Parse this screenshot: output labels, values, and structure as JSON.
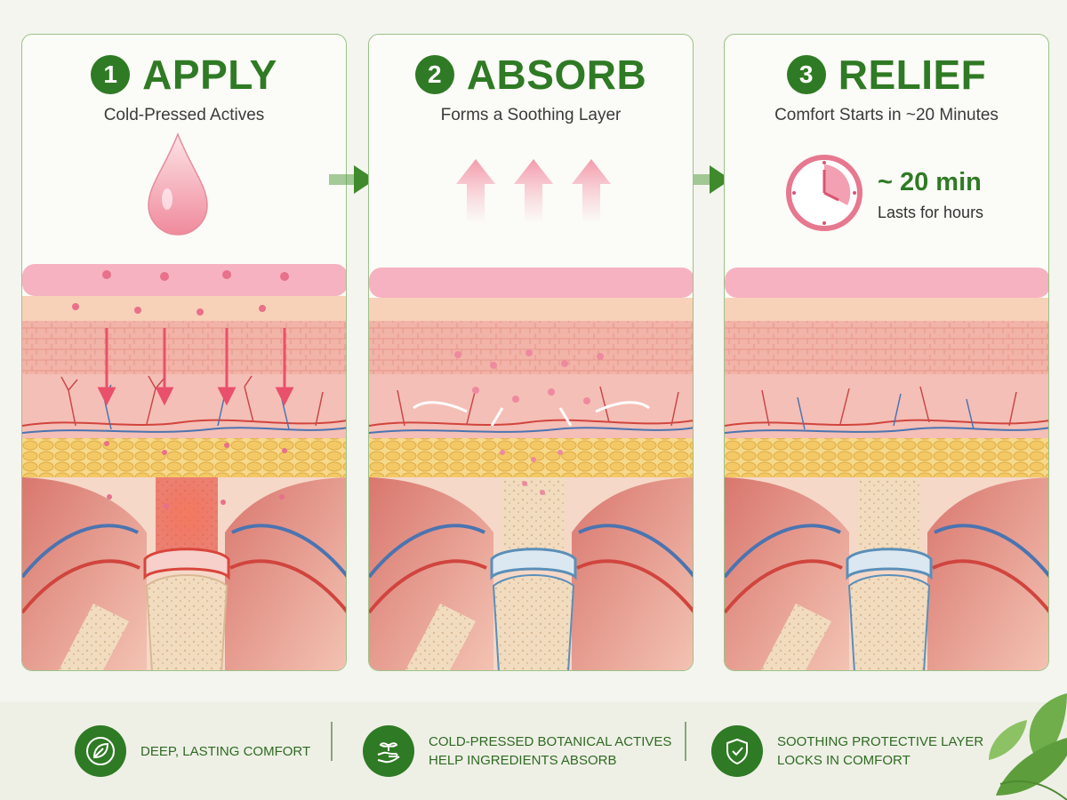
{
  "steps": [
    {
      "number": "1",
      "title": "APPLY",
      "subtitle": "Cold-Pressed Actives"
    },
    {
      "number": "2",
      "title": "ABSORB",
      "subtitle": "Forms a Soothing Layer"
    },
    {
      "number": "3",
      "title": "RELIEF",
      "subtitle": "Comfort Starts in ~20 Minutes"
    }
  ],
  "timer": {
    "value": "~ 20 min",
    "note": "Lasts for hours"
  },
  "features": [
    {
      "icon": "leaf-icon",
      "lines": [
        "DEEP, LASTING COMFORT"
      ]
    },
    {
      "icon": "hand-sprout-icon",
      "lines": [
        "COLD-PRESSED BOTANICAL ACTIVES",
        "HELP INGREDIENTS ABSORB"
      ]
    },
    {
      "icon": "shield-icon",
      "lines": [
        "SOOTHING PROTECTIVE LAYER",
        "LOCKS IN COMFORT"
      ]
    }
  ],
  "colors": {
    "brand_green": "#2f7a24",
    "skin_pink": "#f2a9b3",
    "inflammation_red": "#e8403a",
    "cartilage_blue": "#5a8fb8",
    "fat_yellow": "#f3cf7a"
  }
}
